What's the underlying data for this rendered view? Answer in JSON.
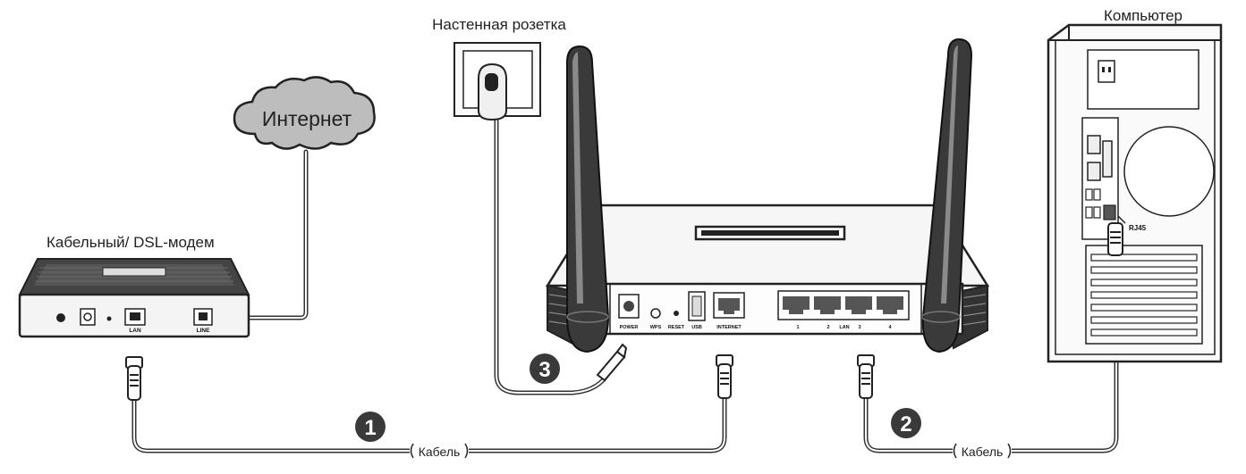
{
  "labels": {
    "wall_outlet": "Настенная розетка",
    "computer": "Компьютер",
    "modem": "Кабельный/ DSL-модем",
    "internet": "Интернет",
    "cable_1": "Кабель",
    "cable_2": "Кабель",
    "rj45": "RJ45"
  },
  "steps": [
    "1",
    "2",
    "3"
  ],
  "modem_ports": {
    "lan": "LAN",
    "line": "LINE"
  },
  "router_ports": {
    "power": "POWER",
    "wps": "WPS",
    "reset": "RESET",
    "usb": "USB",
    "internet": "INTERNET",
    "lan_numbers": [
      "1",
      "2",
      "3",
      "4"
    ],
    "lan": "LAN"
  }
}
